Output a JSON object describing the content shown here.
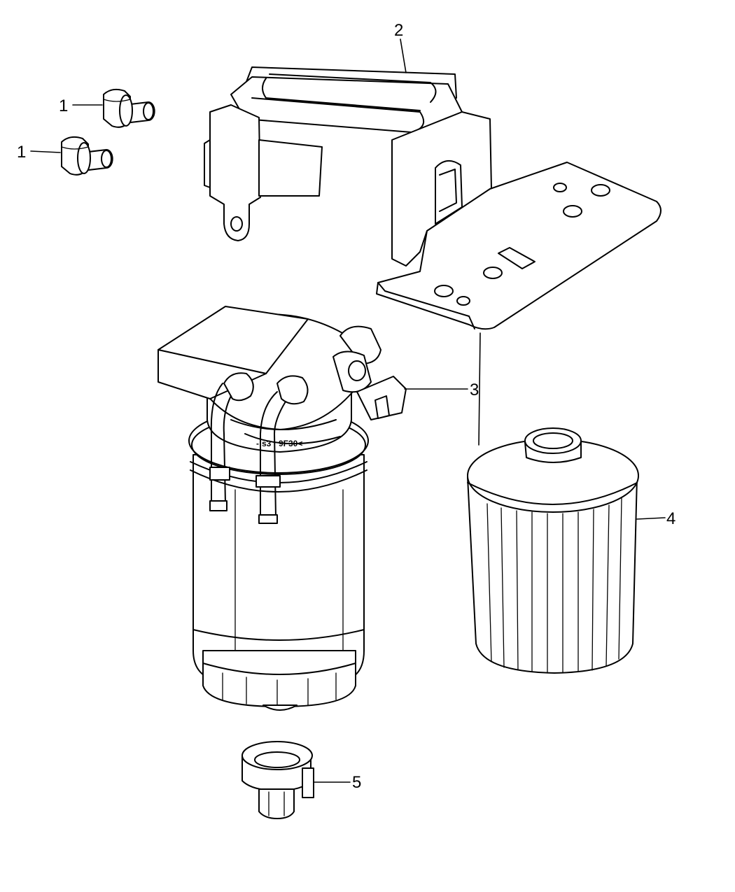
{
  "callouts": {
    "c1a": "1",
    "c1b": "1",
    "c2": "2",
    "c3": "3",
    "c4": "4",
    "c5": "5"
  },
  "parts": [
    {
      "callout": "1",
      "description": "bolt (x2)"
    },
    {
      "callout": "2",
      "description": "mounting bracket"
    },
    {
      "callout": "3",
      "description": "fuel filter housing assembly"
    },
    {
      "callout": "4",
      "description": "filter element"
    },
    {
      "callout": "5",
      "description": "drain sensor"
    }
  ],
  "stamp_text": "-:s3  ·  9F30<",
  "colors": {
    "line": "#000000",
    "background": "#ffffff"
  }
}
